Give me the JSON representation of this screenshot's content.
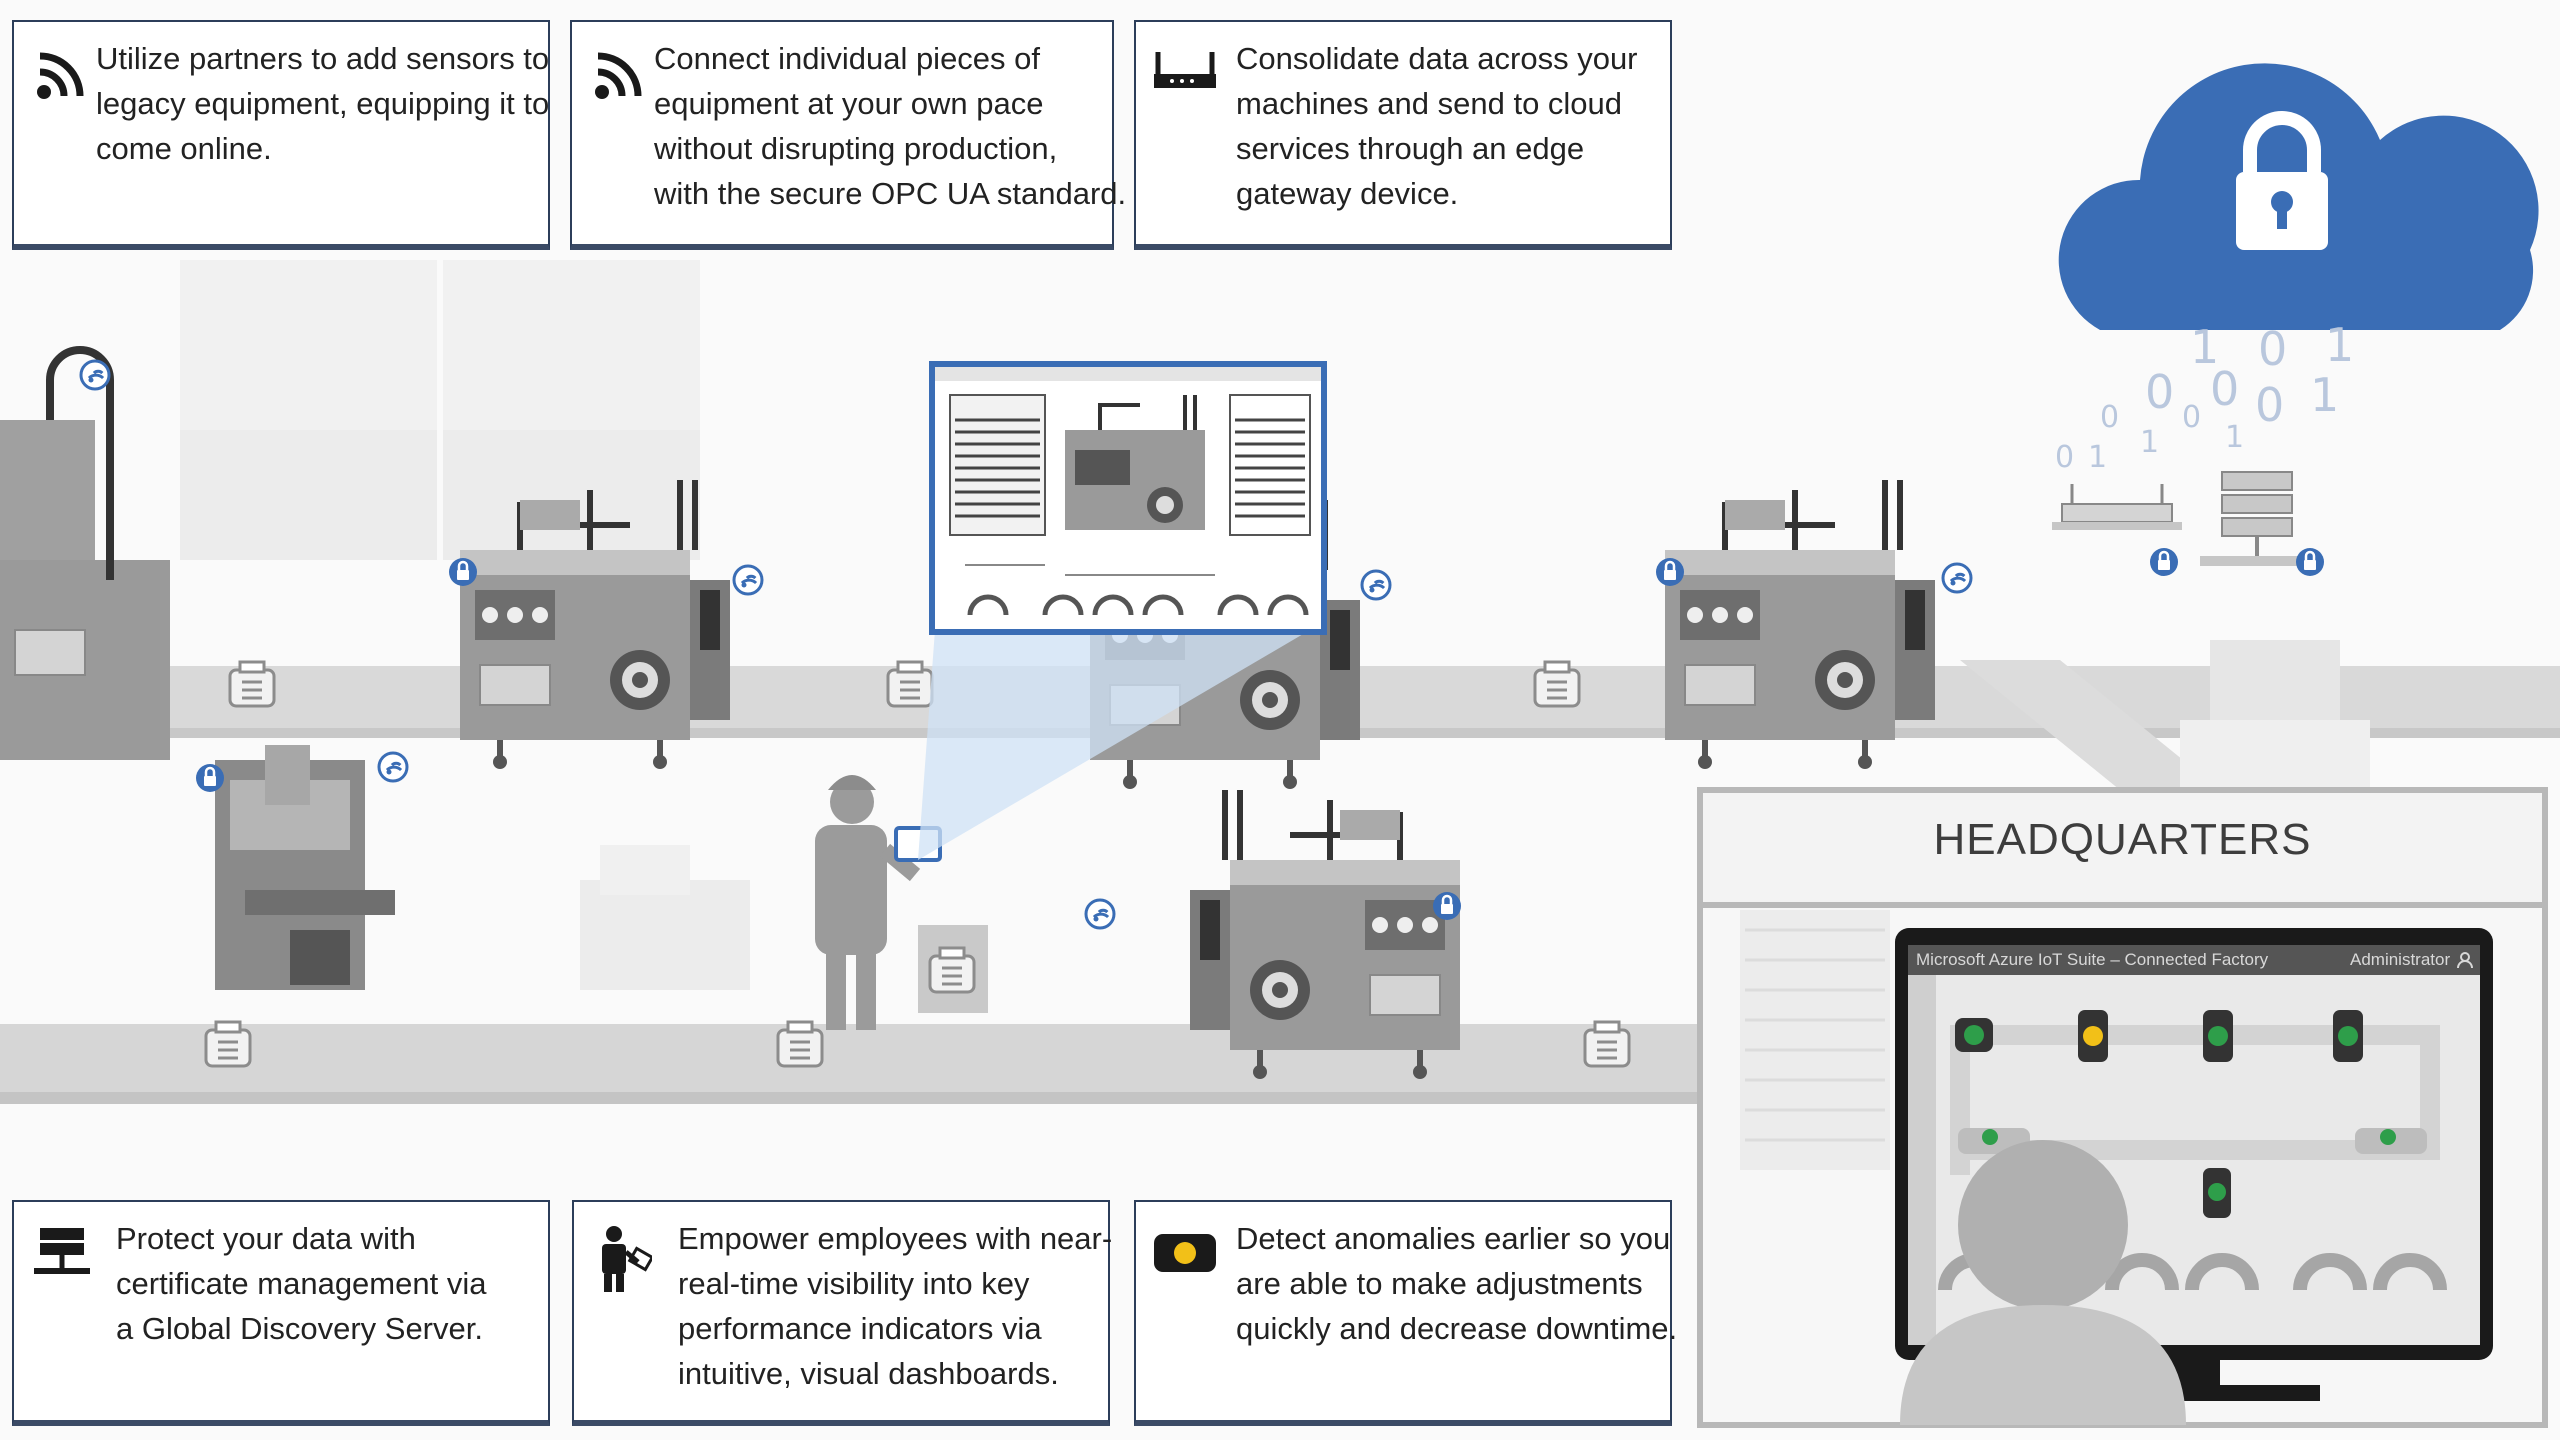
{
  "callouts_top": [
    {
      "icon": "wifi-signal-icon",
      "lines": [
        "Utilize partners to add sensors to",
        "legacy equipment, equipping it to",
        "come online."
      ]
    },
    {
      "icon": "wifi-signal-icon",
      "lines": [
        "Connect individual pieces of",
        "equipment at your own pace",
        "without disrupting production,",
        "with the secure OPC UA standard."
      ]
    },
    {
      "icon": "router-icon",
      "lines": [
        "Consolidate data across your",
        "machines and send to cloud",
        "services through an edge",
        "gateway device."
      ]
    }
  ],
  "callouts_bottom": [
    {
      "icon": "server-icon",
      "lines": [
        "Protect your data with",
        "certificate management via",
        "a Global Discovery Server."
      ]
    },
    {
      "icon": "worker-tablet-icon",
      "lines": [
        "Empower employees with near-",
        "real-time visibility into key",
        "performance indicators via",
        "intuitive, visual dashboards."
      ]
    },
    {
      "icon": "alert-light-icon",
      "lines": [
        "Detect anomalies earlier so you",
        "are able to make adjustments",
        "quickly and decrease downtime."
      ]
    }
  ],
  "headquarters": {
    "title": "HEADQUARTERS",
    "monitor_title": "Microsoft Azure IoT Suite – Connected Factory",
    "monitor_user": "Administrator"
  },
  "cloud": {
    "icon": "padlock-icon",
    "binary": [
      "1",
      "0",
      "1",
      "0",
      "0",
      "0",
      "1",
      "0",
      "0",
      "1",
      "0",
      "1",
      "1"
    ]
  },
  "colors": {
    "accent_blue": "#3a6db5",
    "frame_navy": "#2c3e5a",
    "machine_gray": "#8c8c8c",
    "conveyor_gray": "#d6d6d6",
    "status_green": "#2e9e4a",
    "status_yellow": "#f2c018"
  }
}
